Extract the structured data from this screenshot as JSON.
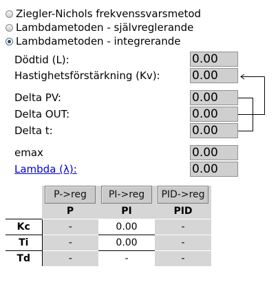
{
  "methods": [
    {
      "label": "Ziegler-Nichols frekvenssvarsmetod",
      "checked": false
    },
    {
      "label": "Lambdametoden - självreglerande",
      "checked": false
    },
    {
      "label": "Lambdametoden - integrerande",
      "checked": true
    }
  ],
  "inputs": {
    "dead_time": {
      "label": "Dödtid (L):",
      "value": "0.00"
    },
    "speed_gain": {
      "label": "Hastighetsförstärkning (Kv):",
      "value": "0.00"
    },
    "delta_pv": {
      "label": "Delta PV:",
      "value": "0.00"
    },
    "delta_out": {
      "label": "Delta OUT:",
      "value": "0.00"
    },
    "delta_t": {
      "label": "Delta t:",
      "value": "0.00"
    },
    "emax": {
      "label": "emax",
      "value": "0.00"
    },
    "lambda": {
      "label": "Lambda (λ):",
      "value": "0.00"
    }
  },
  "results": {
    "buttons": {
      "p": "P->reg",
      "pi": "PI->reg",
      "pid": "PID->reg"
    },
    "headers": {
      "p": "P",
      "pi": "PI",
      "pid": "PID"
    },
    "rows": [
      {
        "label": "Kc",
        "p": "-",
        "pi": "0.00",
        "pid": "-"
      },
      {
        "label": "Ti",
        "p": "-",
        "pi": "0.00",
        "pid": "-"
      },
      {
        "label": "Td",
        "p": "-",
        "pi": "-",
        "pid": "-"
      }
    ]
  }
}
